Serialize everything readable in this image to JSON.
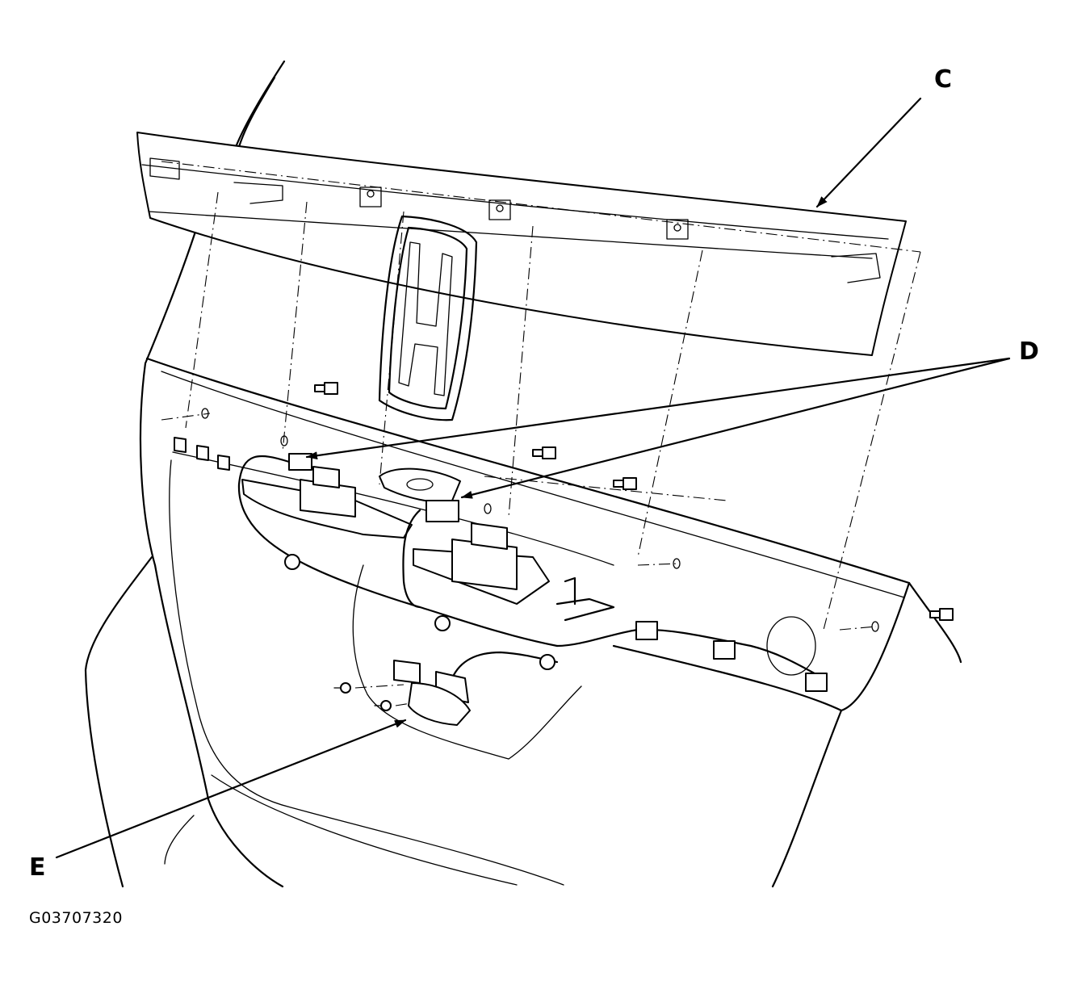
{
  "callouts": {
    "c": "C",
    "d": "D",
    "e": "E"
  },
  "figure_id": "G03707320",
  "colors": {
    "line": "#000000",
    "background": "#ffffff"
  }
}
